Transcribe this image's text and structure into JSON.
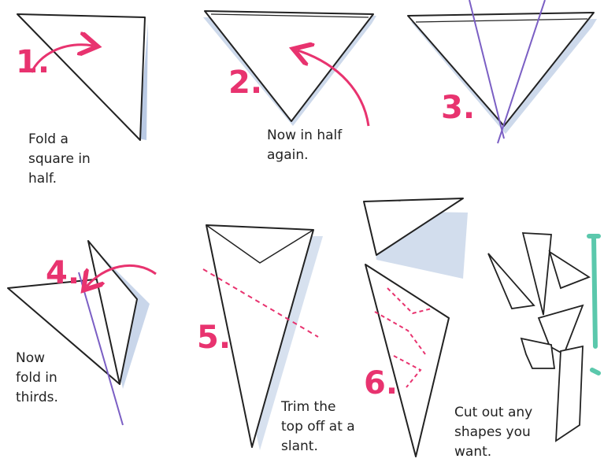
{
  "steps": [
    {
      "number": "1.",
      "caption_lines": [
        "Fold a",
        "square in",
        "half."
      ]
    },
    {
      "number": "2.",
      "caption_lines": [
        "Now in half",
        "again."
      ]
    },
    {
      "number": "3.",
      "caption_lines": []
    },
    {
      "number": "4.",
      "caption_lines": [
        "Now",
        "fold in",
        "thirds."
      ]
    },
    {
      "number": "5.",
      "caption_lines": []
    },
    {
      "number": "6.",
      "caption_lines": []
    },
    {
      "number": "",
      "caption_lines": [
        "Cut out any",
        "shapes you",
        "want."
      ]
    }
  ],
  "trim_caption_lines": [
    "Trim the",
    "top off at a",
    "slant."
  ],
  "colors": {
    "accent": "#e8336f",
    "line": "#222222",
    "shadow": "#9cb4d8",
    "fold_line": "#7b5fc4",
    "teal": "#3fbf9e"
  }
}
